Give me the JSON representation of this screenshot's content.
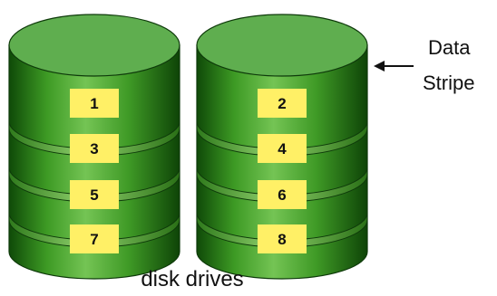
{
  "diagram": {
    "drives": [
      {
        "stripes": [
          "1",
          "3",
          "5",
          "7"
        ]
      },
      {
        "stripes": [
          "2",
          "4",
          "6",
          "8"
        ]
      }
    ],
    "annotation": [
      "Data",
      "Stripe"
    ],
    "caption": "disk drives",
    "colors": {
      "cap_top": "#5fae4f",
      "body_light": "#6fbf4f",
      "body_mid": "#2f8a18",
      "body_dark": "#0f4a08",
      "edge": "#0e3a0a",
      "label": "#fff066"
    }
  }
}
